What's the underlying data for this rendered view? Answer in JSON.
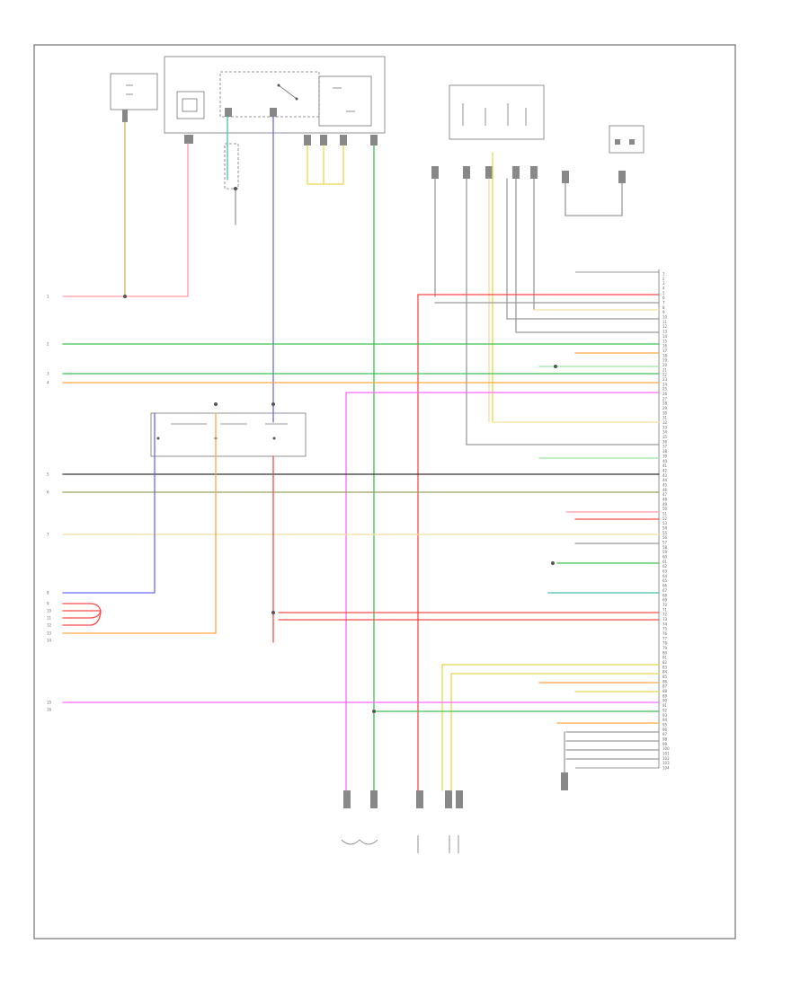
{
  "colors": {
    "red": "#ff4a4a",
    "pink": "#ff9aa6",
    "green": "#3ec24e",
    "lightgreen": "#9ee6a0",
    "yellow": "#e8d84a",
    "orange": "#ffa640",
    "blue": "#6a6af0",
    "violet": "#ff66ff",
    "tan": "#c9b46e",
    "gray": "#9a9a9a",
    "teal": "#46c2b0",
    "olive": "#9aa060",
    "cream": "#f2dfa0",
    "black": "#333333"
  },
  "pcm_pins": [
    "1",
    "2",
    "3",
    "4",
    "5",
    "6",
    "7",
    "8",
    "9",
    "10",
    "11",
    "12",
    "13",
    "14",
    "15",
    "16",
    "17",
    "18",
    "19",
    "20",
    "21",
    "22",
    "23",
    "24",
    "25",
    "26",
    "27",
    "28",
    "29",
    "30",
    "31",
    "32",
    "33",
    "34",
    "35",
    "36",
    "37",
    "38",
    "39",
    "40",
    "41",
    "42",
    "43",
    "44",
    "45",
    "46",
    "47",
    "48",
    "49",
    "50",
    "51",
    "52",
    "53",
    "54",
    "55",
    "56",
    "57",
    "58",
    "59",
    "60",
    "61",
    "62",
    "63",
    "64",
    "65",
    "66",
    "67",
    "68",
    "69",
    "70",
    "71",
    "72",
    "73",
    "74",
    "75",
    "76",
    "77",
    "78",
    "79",
    "80",
    "81",
    "82",
    "83",
    "84",
    "85",
    "86",
    "87",
    "88",
    "89",
    "90",
    "91",
    "92",
    "93",
    "94",
    "95",
    "96",
    "97",
    "98",
    "99",
    "100",
    "101",
    "102",
    "103",
    "104"
  ],
  "left_terminals": [
    "1",
    "2",
    "3",
    "4",
    "5",
    "6",
    "7",
    "8",
    "9",
    "10",
    "11",
    "12",
    "13",
    "14",
    "15",
    "16"
  ],
  "footer_code": ""
}
